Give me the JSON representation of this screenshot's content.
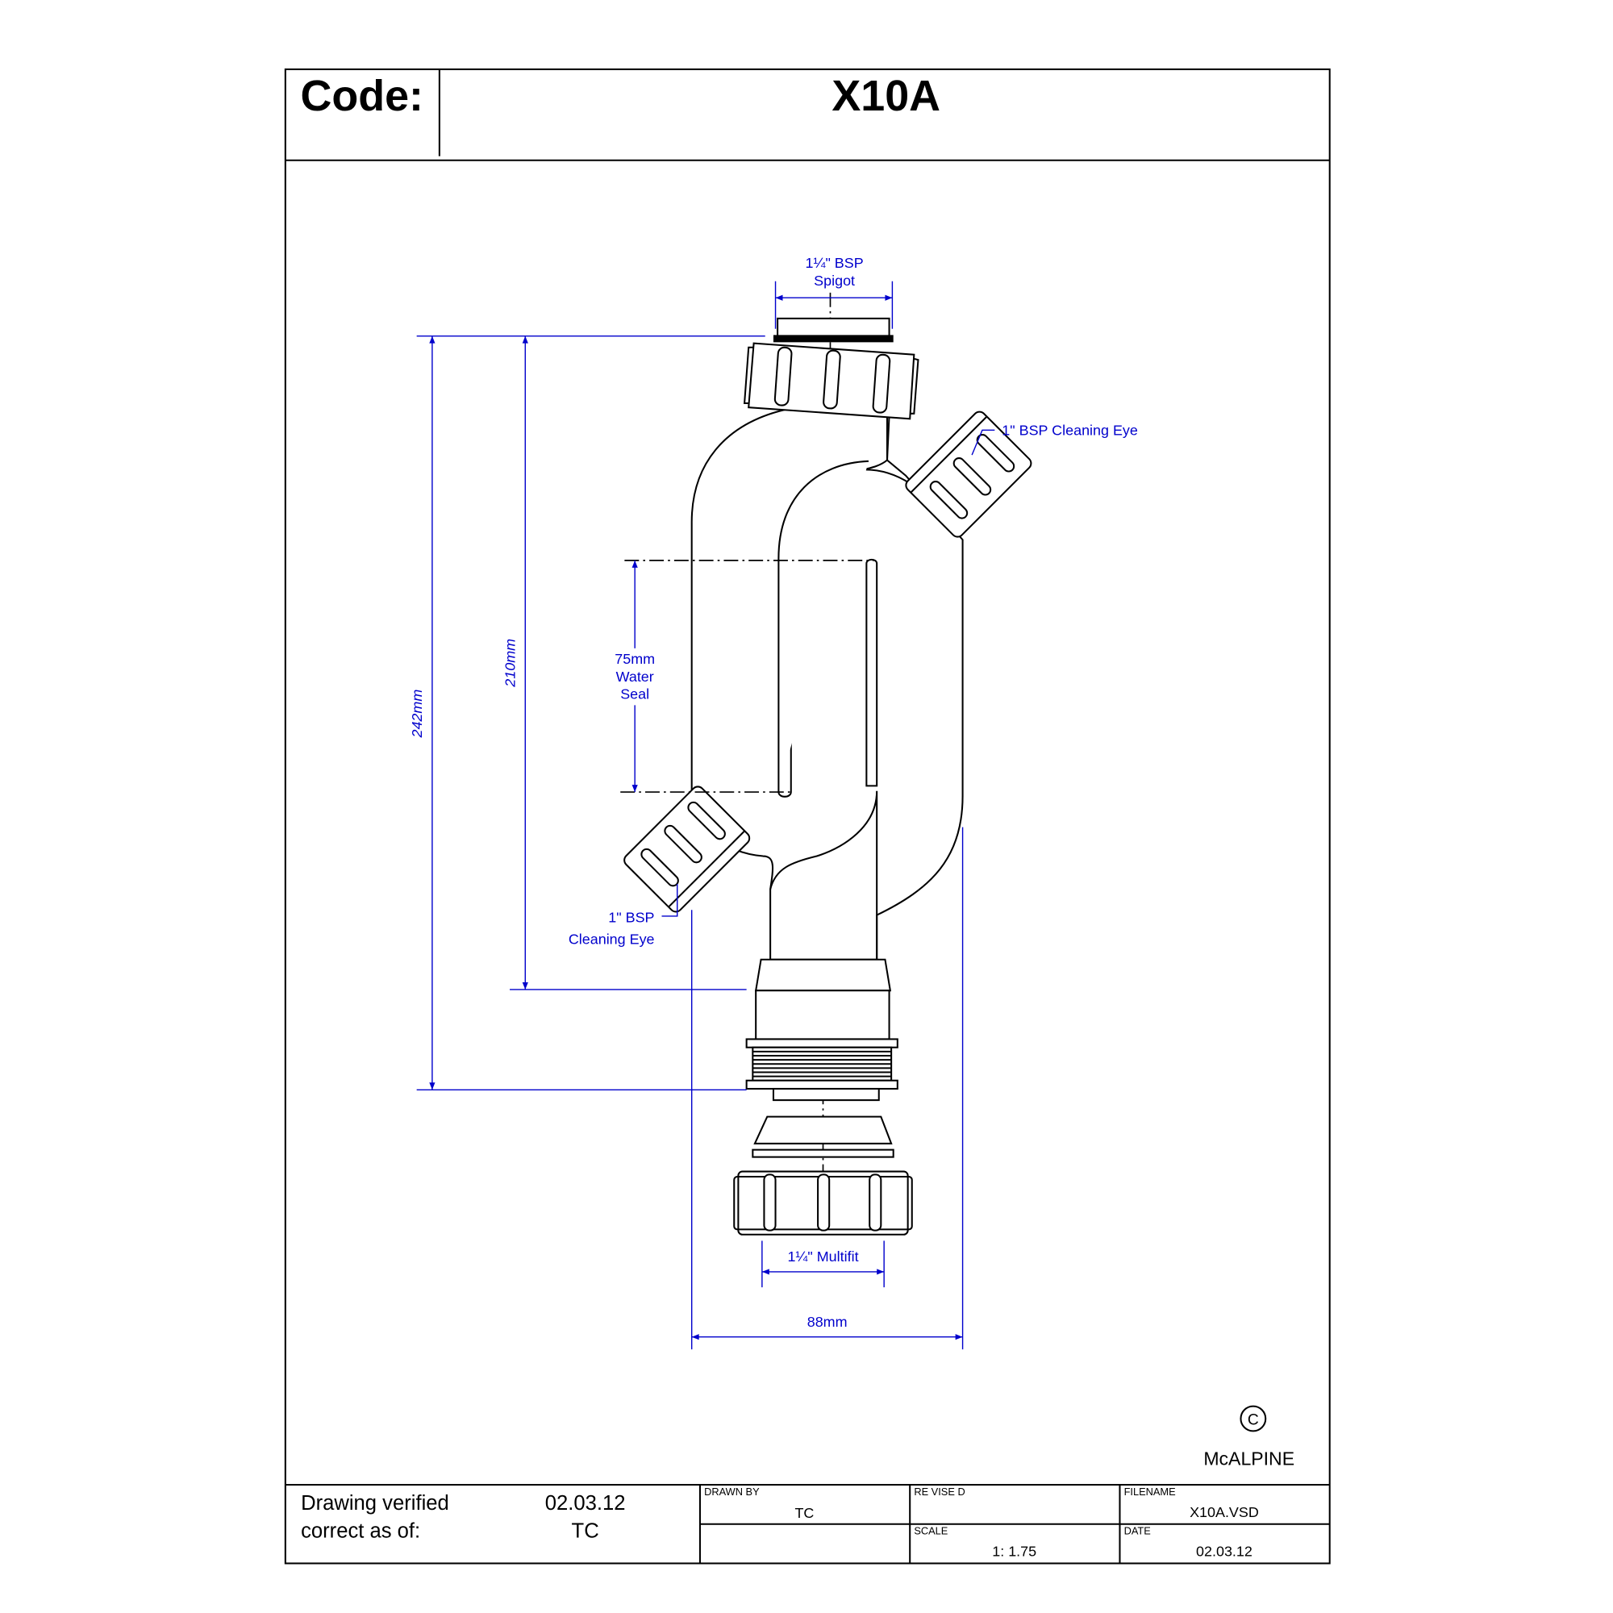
{
  "header": {
    "code_label": "Code:",
    "code_value": "X10A"
  },
  "dimensions": {
    "spigot_line1": "1¼\" BSP",
    "spigot_line2": "Spigot",
    "cleaning_eye_upper": "1\" BSP Cleaning Eye",
    "cleaning_eye_lower_line1": "1\" BSP",
    "cleaning_eye_lower_line2": "Cleaning Eye",
    "overall_height": "242mm",
    "body_height": "210mm",
    "water_seal_line1": "75mm",
    "water_seal_line2": "Water",
    "water_seal_line3": "Seal",
    "multifit": "1¼\" Multifit",
    "width": "88mm"
  },
  "brand": {
    "copyright_symbol": "C",
    "name": "McALPINE"
  },
  "title_block": {
    "verified_line1": "Drawing verified",
    "verified_line2": "correct as of:",
    "verified_date": "02.03.12",
    "verified_by": "TC",
    "drawn_by_label": "DRAWN BY",
    "drawn_by_value": "TC",
    "revised_label": "RE VISE D",
    "filename_label": "FILENAME",
    "filename_value": "X10A.VSD",
    "scale_label": "SCALE",
    "scale_value": "1: 1.75",
    "date_label": "DATE",
    "date_value": "02.03.12"
  },
  "colors": {
    "dimension": "#0000cc",
    "line": "#000000"
  }
}
